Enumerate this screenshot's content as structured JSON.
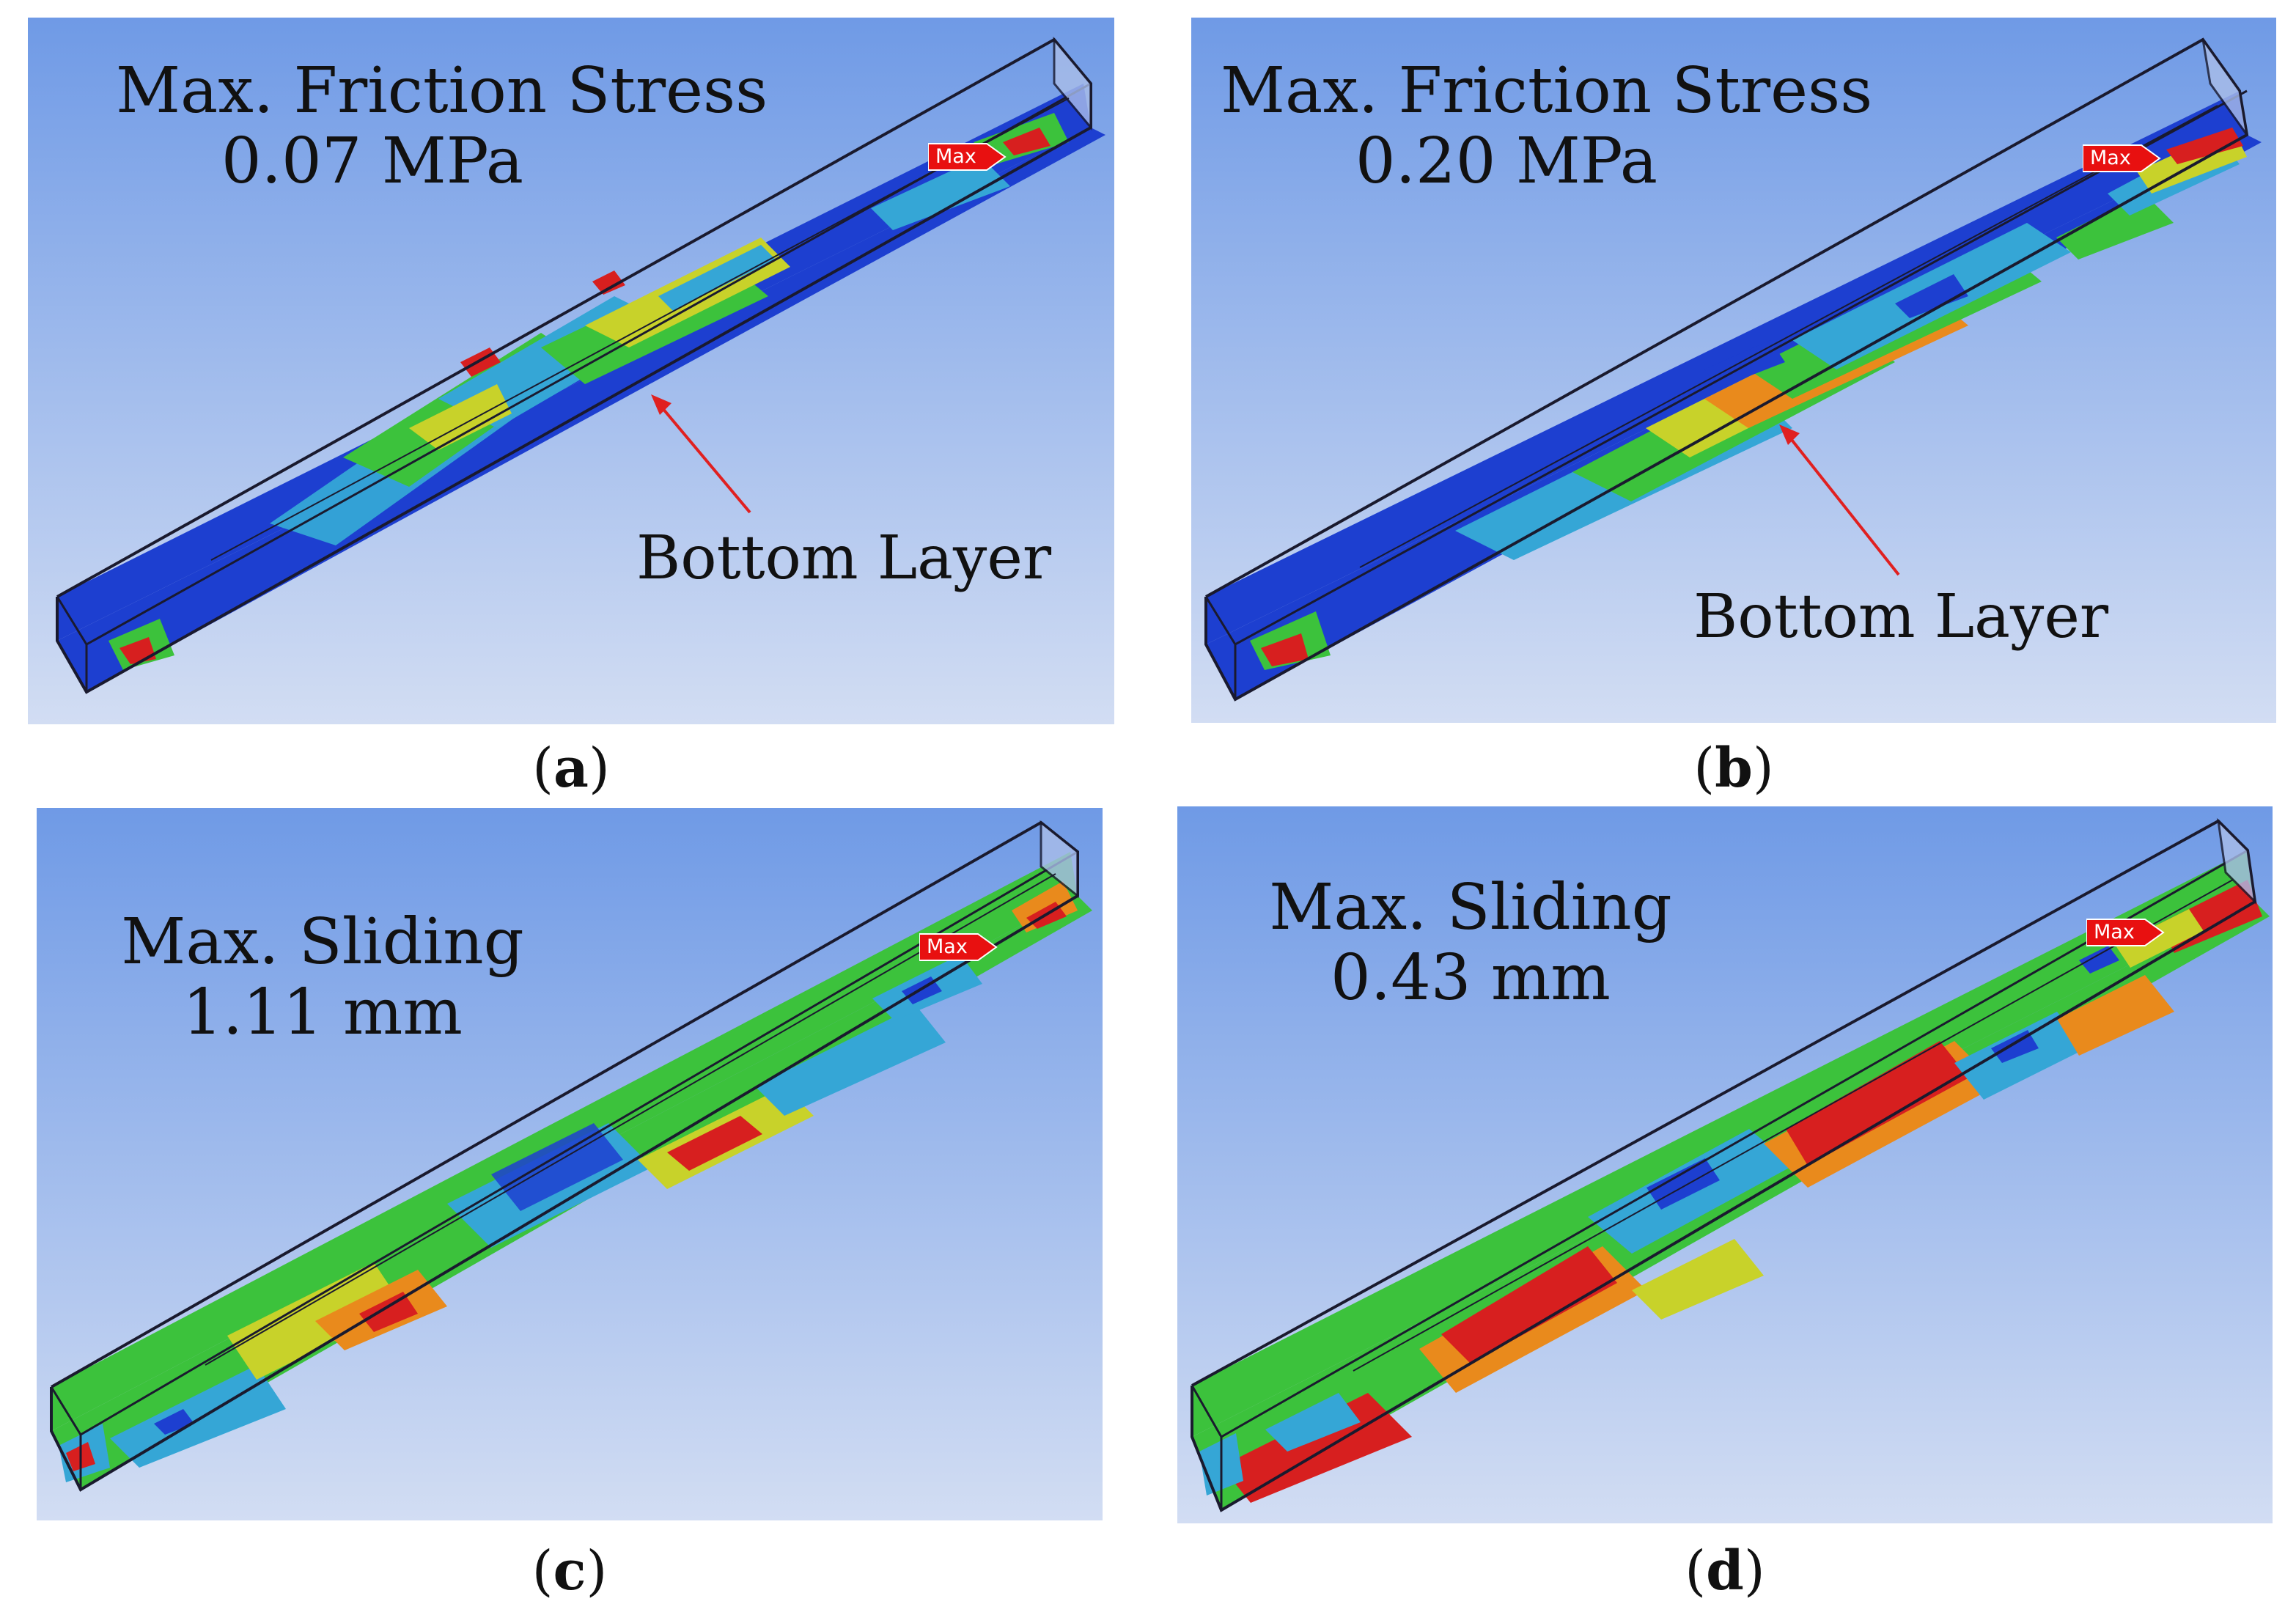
{
  "panels": [
    {
      "id": "a",
      "caption_open": "(",
      "caption_letter": "a",
      "caption_close": ")",
      "title_line1": "Max. Friction Stress",
      "title_line2": "0.07 MPa",
      "annotation": "Bottom Layer",
      "max_tag": "Max",
      "colormap": "friction-a"
    },
    {
      "id": "b",
      "caption_open": "(",
      "caption_letter": "b",
      "caption_close": ")",
      "title_line1": "Max. Friction Stress",
      "title_line2": "0.20 MPa",
      "annotation": "Bottom Layer",
      "max_tag": "Max",
      "colormap": "friction-b"
    },
    {
      "id": "c",
      "caption_open": "(",
      "caption_letter": "c",
      "caption_close": ")",
      "title_line1": "Max. Sliding",
      "title_line2": "1.11 mm",
      "max_tag": "Max",
      "colormap": "sliding-c"
    },
    {
      "id": "d",
      "caption_open": "(",
      "caption_letter": "d",
      "caption_close": ")",
      "title_line1": "Max. Sliding",
      "title_line2": "0.43 mm",
      "max_tag": "Max",
      "colormap": "sliding-d"
    }
  ],
  "colors": {
    "background_top": "#6f9ae6",
    "background_bottom": "#d2ddf3",
    "contour_blue": "#1d3fd0",
    "contour_cyan": "#35a6d6",
    "contour_green": "#3cc23c",
    "contour_yellow": "#c8d22a",
    "contour_orange": "#e98a1c",
    "contour_red": "#d71f1f",
    "annotation_arrow": "#e02020",
    "max_tag": "#e81010"
  }
}
